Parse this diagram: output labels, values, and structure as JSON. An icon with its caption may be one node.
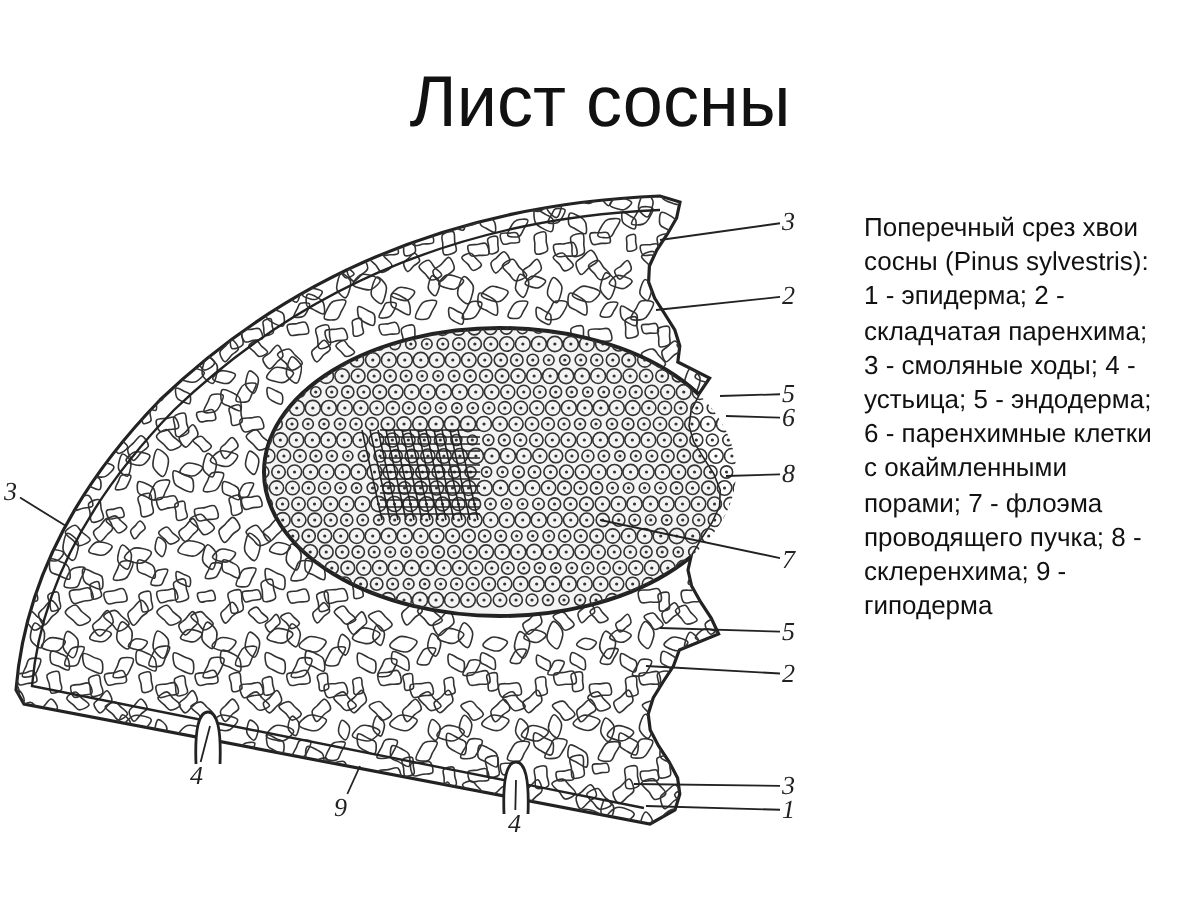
{
  "diagram": {
    "title": "Лист сосны",
    "caption": "Поперечный срез хвои сосны (Pinus sylvestris): 1 - эпидерма; 2 - складчатая паренхима; 3 - смоляные ходы; 4 - устьица; 5 - эндодерма; 6 - паренхимные клетки с окаймленными порами; 7 - флоэма проводящего пучка; 8 - склеренхима; 9 - гиподерма",
    "nodes": [
      {
        "text": [
          "3"
        ]
      },
      {
        "text": [
          "2"
        ]
      },
      {
        "text": [
          "5"
        ]
      },
      {
        "text": [
          "6"
        ]
      },
      {
        "text": [
          "8"
        ]
      },
      {
        "text": [
          "3"
        ]
      },
      {
        "text": [
          "7"
        ]
      },
      {
        "text": [
          "5"
        ]
      },
      {
        "text": [
          "2"
        ]
      },
      {
        "text": [
          "4"
        ]
      },
      {
        "text": [
          "9"
        ]
      },
      {
        "text": [
          "4"
        ]
      },
      {
        "text": [
          "3"
        ]
      },
      {
        "text": [
          "1"
        ]
      },
      {
        "text": [],
        "shape": "picture"
      }
    ],
    "edges": [
      {
        "from": 0,
        "to": 14,
        "arrow": "none"
      },
      {
        "from": 1,
        "to": 14,
        "arrow": "none"
      },
      {
        "from": 2,
        "to": 14,
        "arrow": "none"
      },
      {
        "from": 3,
        "to": 14,
        "arrow": "none"
      },
      {
        "from": 4,
        "to": 14,
        "arrow": "none"
      },
      {
        "from": 5,
        "to": 14,
        "arrow": "none"
      },
      {
        "from": 6,
        "to": 14,
        "arrow": "none"
      },
      {
        "from": 7,
        "to": 14,
        "arrow": "none"
      },
      {
        "from": 8,
        "to": 14,
        "arrow": "none"
      },
      {
        "from": 9,
        "to": 14,
        "arrow": "none"
      },
      {
        "from": 10,
        "to": 14,
        "arrow": "none"
      },
      {
        "from": 11,
        "to": 14,
        "arrow": "none"
      },
      {
        "from": 12,
        "to": 14,
        "arrow": "none"
      },
      {
        "from": 13,
        "to": 14,
        "arrow": "none"
      }
    ]
  }
}
